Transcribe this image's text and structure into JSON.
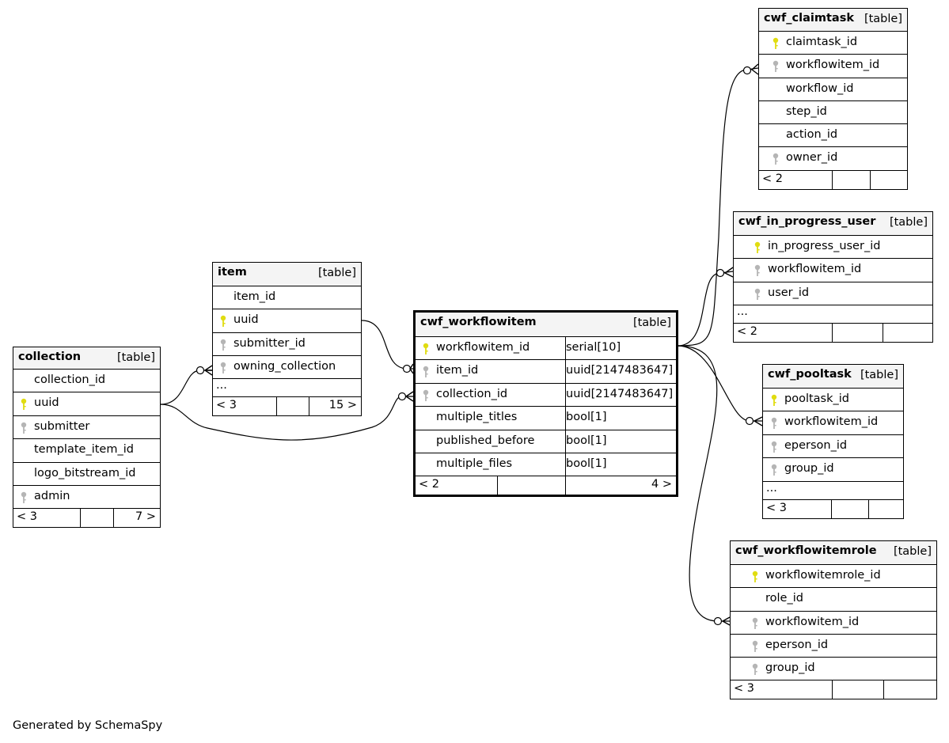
{
  "footer": "Generated by SchemaSpy",
  "colors": {
    "pk": "#e0dc10",
    "fk": "#b5b5b5",
    "header": "#f4f4f4"
  },
  "tables": [
    {
      "id": "collection",
      "name": "collection",
      "kind": "[table]",
      "columns": [
        {
          "name": "collection_id",
          "key": "none"
        },
        {
          "name": "uuid",
          "key": "pk"
        },
        {
          "name": "submitter",
          "key": "fk"
        },
        {
          "name": "template_item_id",
          "key": "none"
        },
        {
          "name": "logo_bitstream_id",
          "key": "none"
        },
        {
          "name": "admin",
          "key": "fk"
        }
      ],
      "footer": {
        "left": "< 3",
        "right": "7 >"
      }
    },
    {
      "id": "item",
      "name": "item",
      "kind": "[table]",
      "columns": [
        {
          "name": "item_id",
          "key": "none"
        },
        {
          "name": "uuid",
          "key": "pk"
        },
        {
          "name": "submitter_id",
          "key": "fk"
        },
        {
          "name": "owning_collection",
          "key": "fk"
        },
        {
          "name": "...",
          "key": "more"
        }
      ],
      "footer": {
        "left": "< 3",
        "right": "15 >"
      }
    },
    {
      "id": "cwf_workflowitem",
      "name": "cwf_workflowitem",
      "kind": "[table]",
      "columns": [
        {
          "name": "workflowitem_id",
          "key": "pk",
          "type": "serial[10]"
        },
        {
          "name": "item_id",
          "key": "fk",
          "type": "uuid[2147483647]"
        },
        {
          "name": "collection_id",
          "key": "fk",
          "type": "uuid[2147483647]"
        },
        {
          "name": "multiple_titles",
          "key": "none",
          "type": "bool[1]"
        },
        {
          "name": "published_before",
          "key": "none",
          "type": "bool[1]"
        },
        {
          "name": "multiple_files",
          "key": "none",
          "type": "bool[1]"
        }
      ],
      "footer": {
        "left": "< 2",
        "right": "4 >"
      }
    },
    {
      "id": "cwf_claimtask",
      "name": "cwf_claimtask",
      "kind": "[table]",
      "columns": [
        {
          "name": "claimtask_id",
          "key": "pk"
        },
        {
          "name": "workflowitem_id",
          "key": "fk"
        },
        {
          "name": "workflow_id",
          "key": "none"
        },
        {
          "name": "step_id",
          "key": "none"
        },
        {
          "name": "action_id",
          "key": "none"
        },
        {
          "name": "owner_id",
          "key": "fk"
        }
      ],
      "footer": {
        "left": "< 2",
        "right": ""
      }
    },
    {
      "id": "cwf_in_progress_user",
      "name": "cwf_in_progress_user",
      "kind": "[table]",
      "columns": [
        {
          "name": "in_progress_user_id",
          "key": "pk"
        },
        {
          "name": "workflowitem_id",
          "key": "fk"
        },
        {
          "name": "user_id",
          "key": "fk"
        },
        {
          "name": "...",
          "key": "more"
        }
      ],
      "footer": {
        "left": "< 2",
        "right": ""
      }
    },
    {
      "id": "cwf_pooltask",
      "name": "cwf_pooltask",
      "kind": "[table]",
      "columns": [
        {
          "name": "pooltask_id",
          "key": "pk"
        },
        {
          "name": "workflowitem_id",
          "key": "fk"
        },
        {
          "name": "eperson_id",
          "key": "fk"
        },
        {
          "name": "group_id",
          "key": "fk"
        },
        {
          "name": "...",
          "key": "more"
        }
      ],
      "footer": {
        "left": "< 3",
        "right": ""
      }
    },
    {
      "id": "cwf_workflowitemrole",
      "name": "cwf_workflowitemrole",
      "kind": "[table]",
      "columns": [
        {
          "name": "workflowitemrole_id",
          "key": "pk"
        },
        {
          "name": "role_id",
          "key": "none"
        },
        {
          "name": "workflowitem_id",
          "key": "fk"
        },
        {
          "name": "eperson_id",
          "key": "fk"
        },
        {
          "name": "group_id",
          "key": "fk"
        }
      ],
      "footer": {
        "left": "< 3",
        "right": ""
      }
    }
  ]
}
